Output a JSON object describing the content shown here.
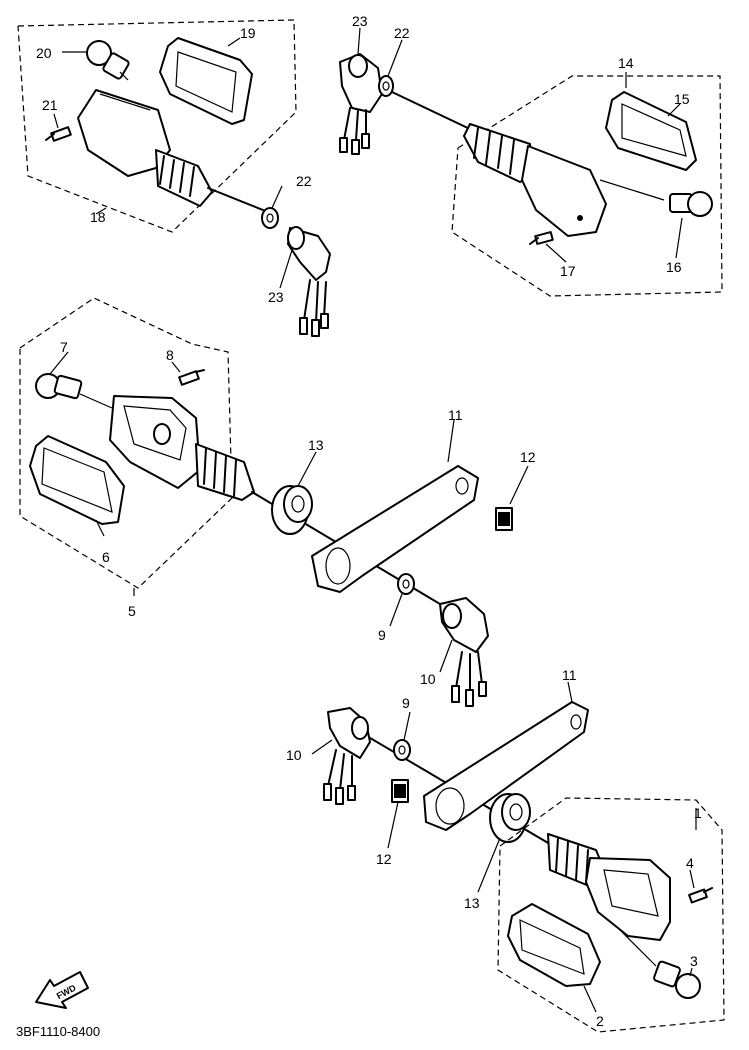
{
  "diagram": {
    "callouts": {
      "c1": "1",
      "c2": "2",
      "c3": "3",
      "c4": "4",
      "c5": "5",
      "c6": "6",
      "c7": "7",
      "c8": "8",
      "c9a": "9",
      "c9b": "9",
      "c10a": "10",
      "c10b": "10",
      "c11a": "11",
      "c11b": "11",
      "c12a": "12",
      "c12b": "12",
      "c13a": "13",
      "c13b": "13",
      "c14": "14",
      "c15": "15",
      "c16": "16",
      "c17": "17",
      "c18": "18",
      "c19": "19",
      "c20": "20",
      "c21": "21",
      "c22a": "22",
      "c22b": "22",
      "c23a": "23",
      "c23b": "23"
    },
    "fwd_label": "FWD",
    "drawing_code": "3BF1110-8400"
  }
}
